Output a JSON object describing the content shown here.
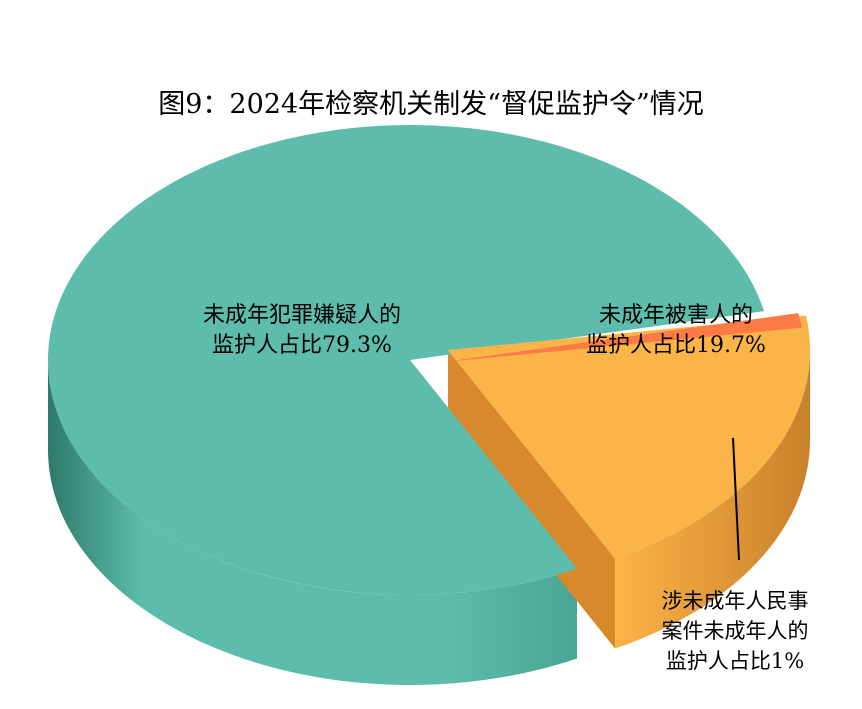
{
  "chart_data": {
    "type": "pie",
    "title": "图9：2024年检察机关制发“督促监护令”情况",
    "slices": [
      {
        "label_lines": [
          "未成年犯罪嫌疑人的",
          "监护人占比79.3%"
        ],
        "value": 79.3,
        "color": "#5dbcab",
        "side_color": "#3f9a8a"
      },
      {
        "label_lines": [
          "未成年被害人的",
          "监护人占比19.7%"
        ],
        "value": 19.7,
        "color": "#fbb447",
        "side_color": "#d8892c"
      },
      {
        "label_lines": [
          "涉未成年人民事",
          "案件未成年人的",
          "监护人占比1%"
        ],
        "value": 1,
        "color": "#fc7a45",
        "side_color": "#d4582a"
      }
    ],
    "style": "3d-exploded",
    "legend": "none"
  }
}
